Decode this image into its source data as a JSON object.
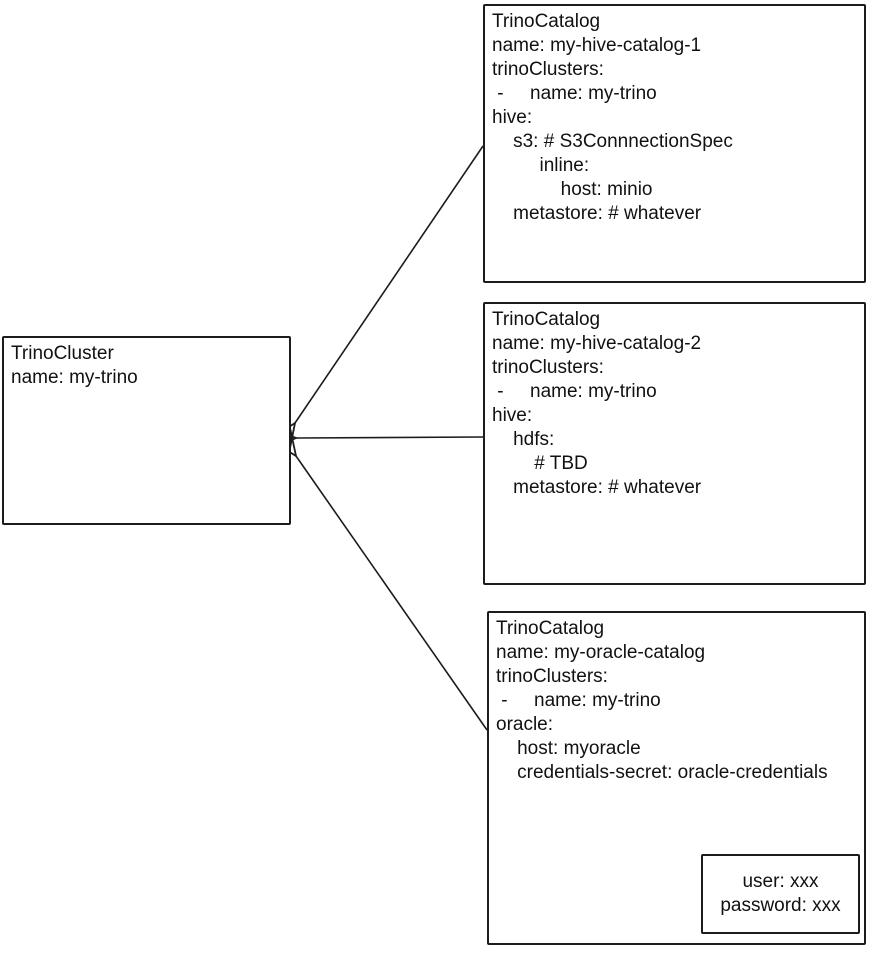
{
  "colors": {
    "stroke": "#1c1c1c",
    "text": "#111111",
    "background": "#ffffff"
  },
  "icons": {
    "connector_arrowhead": "open V arrowhead pointing at TrinoCluster",
    "secret_arrowhead": "small curved arrow pointing at credentials box"
  },
  "cluster": {
    "lines": [
      "TrinoCluster",
      "name: my-trino"
    ]
  },
  "catalogs": [
    {
      "lines": [
        "TrinoCatalog",
        "name: my-hive-catalog-1",
        "trinoClusters:",
        " -     name: my-trino",
        "hive:",
        "    s3: # S3ConnnectionSpec",
        "         inline:",
        "             host: minio",
        "    metastore: # whatever"
      ]
    },
    {
      "lines": [
        "TrinoCatalog",
        "name: my-hive-catalog-2",
        "trinoClusters:",
        " -     name: my-trino",
        "hive:",
        "    hdfs:",
        "        # TBD",
        "    metastore: # whatever"
      ]
    },
    {
      "lines": [
        "TrinoCatalog",
        "name: my-oracle-catalog",
        "trinoClusters:",
        " -     name: my-trino",
        "oracle:",
        "    host: myoracle",
        "    credentials-secret: oracle-credentials"
      ]
    }
  ],
  "secret": {
    "lines": [
      "user: xxx",
      "password: xxx"
    ]
  }
}
